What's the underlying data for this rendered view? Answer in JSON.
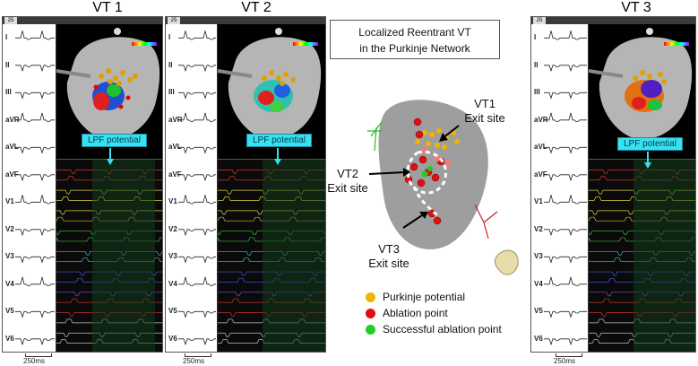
{
  "titles": {
    "vt1": "VT 1",
    "vt2": "VT 2",
    "vt3": "VT 3"
  },
  "center_box": {
    "line1": "Localized Reentrant VT",
    "line2": "in the Purkinje Network"
  },
  "callouts": {
    "vt1_line1": "VT1",
    "vt1_line2": "Exit site",
    "vt2_line1": "VT2",
    "vt2_line2": "Exit site",
    "vt3_line1": "VT3",
    "vt3_line2": "Exit site"
  },
  "lpf_label": "LPF potential",
  "lead_labels": [
    "I",
    "II",
    "III",
    "aVR",
    "aVL",
    "aVF",
    "V1",
    "V2",
    "V3",
    "V4",
    "V5",
    "V6"
  ],
  "scale_label": "250ms",
  "selector_value": "25",
  "legend": [
    {
      "label": "Purkinje potential",
      "color": "#f0b400"
    },
    {
      "label": "Ablation point",
      "color": "#e01010"
    },
    {
      "label": "Successful ablation point",
      "color": "#22cc22"
    }
  ]
}
